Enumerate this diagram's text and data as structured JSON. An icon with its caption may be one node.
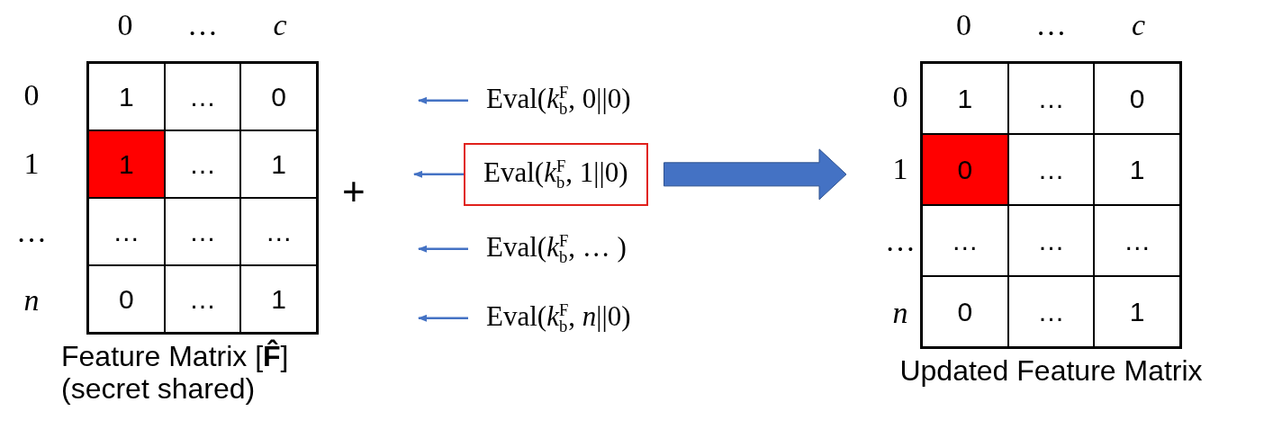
{
  "diagram": {
    "nodes": [
      {
        "text": [
          "Feature Matrix [**F̂**] (secret shared)"
        ]
      },
      {
        "text": [
          "Eval(*k*$_{b}$$^{F}$, 0||0)"
        ]
      },
      {
        "text": [
          "Eval(*k*$_{b}$$^{F}$, 1||0)"
        ]
      },
      {
        "text": [
          "Eval(*k*$_{b}$$^{F}$, … )"
        ]
      },
      {
        "text": [
          "Eval(*k*$_{b}$$^{F}$, *n*||0)"
        ]
      },
      {
        "text": [
          "Updated Feature Matrix"
        ]
      }
    ],
    "edges": [
      {
        "from": 1,
        "to": null,
        "arrow": "to"
      },
      {
        "from": 2,
        "to": null,
        "arrow": "to"
      },
      {
        "from": 3,
        "to": null,
        "arrow": "to"
      },
      {
        "from": 4,
        "to": null,
        "arrow": "to"
      },
      {
        "from": 2,
        "to": 5,
        "arrow": "to",
        "style": "thick"
      }
    ],
    "labels": [
      "0",
      "…",
      "c",
      "0",
      "1",
      "…",
      "0",
      "1",
      "1",
      "…",
      "1",
      "…",
      "…",
      "…",
      "…",
      "n",
      "0",
      "…",
      "1",
      "+",
      "0",
      "…",
      "c",
      "0",
      "1",
      "…",
      "0",
      "1",
      "0",
      "…",
      "1",
      "…",
      "…",
      "…",
      "…",
      "n",
      "0",
      "…",
      "1"
    ]
  }
}
